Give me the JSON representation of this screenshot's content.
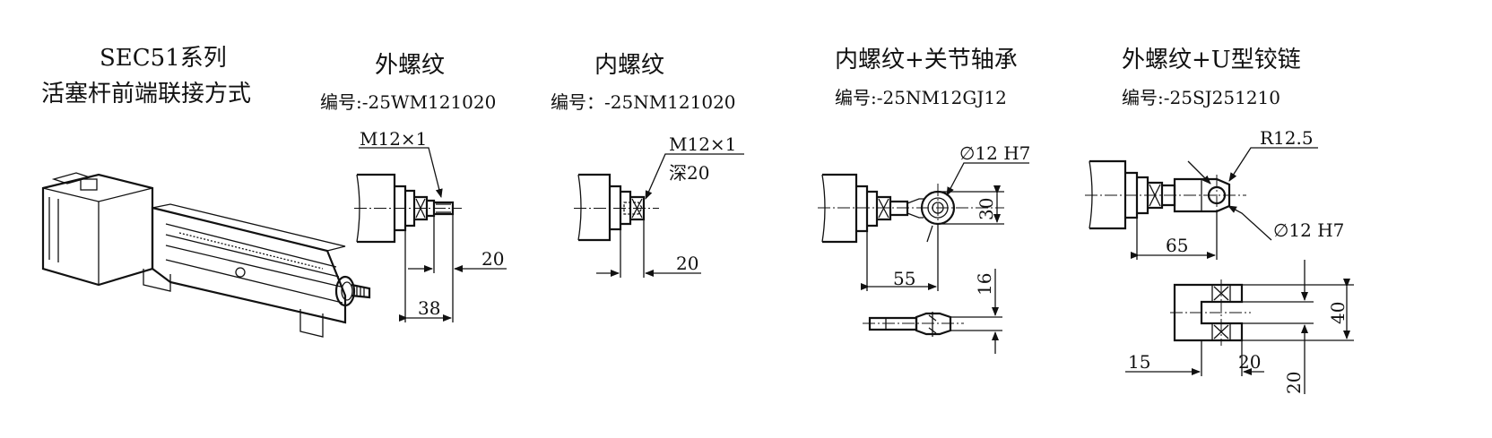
{
  "series_title": {
    "line1": "SEC51系列",
    "line2": "活塞杆前端联接方式"
  },
  "variants": [
    {
      "name": "外螺纹",
      "code": "编号:-25WM121020"
    },
    {
      "name": "内螺纹",
      "code": "编号：-25NM121020"
    },
    {
      "name": "内螺纹+关节轴承",
      "code": "编号:-25NM12GJ12"
    },
    {
      "name": "外螺纹+U型铰链",
      "code": "编号:-25SJ251210"
    }
  ],
  "dims": {
    "ext_thread": {
      "thread": "M12×1",
      "d1": "20",
      "d2": "38"
    },
    "int_thread": {
      "thread": "M12×1",
      "depth": "深20",
      "d1": "20"
    },
    "rod_end": {
      "bore": "∅12 H7",
      "height": "30",
      "len": "55",
      "side": "16"
    },
    "clevis": {
      "radius": "R12.5",
      "bore": "∅12 H7",
      "len": "65",
      "width": "40",
      "d1": "15",
      "d2": "20",
      "d3": "20"
    }
  }
}
